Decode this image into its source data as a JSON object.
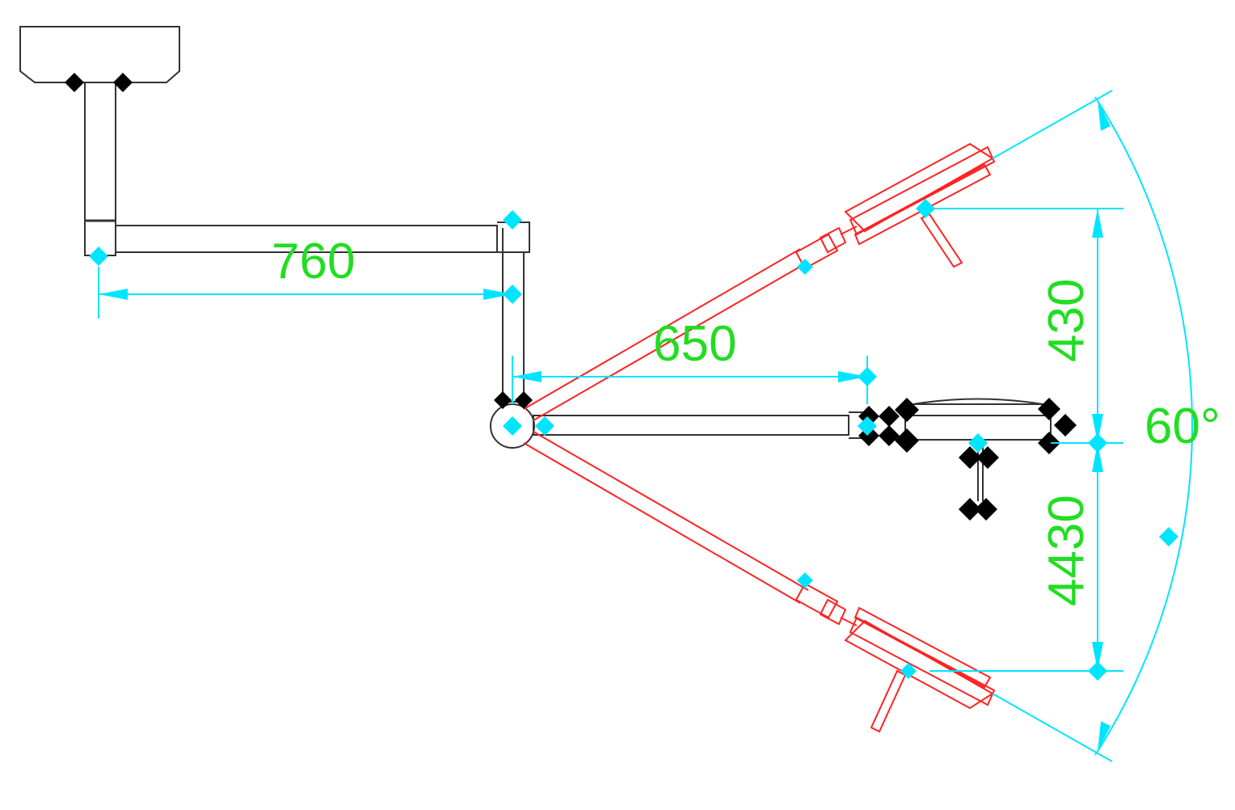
{
  "colors": {
    "dimension_text": "#22dd22",
    "dimension_line": "#00e5ff",
    "arm_outline": "#333333",
    "rotated_arm": "#ff2222",
    "node": "#000000",
    "grip": "#00e5ff"
  },
  "dimensions": {
    "horizontal_arm": "760",
    "lamp_arm": "650",
    "upper_offset": "430",
    "lower_offset": "4430",
    "rotation_angle": "60°"
  }
}
